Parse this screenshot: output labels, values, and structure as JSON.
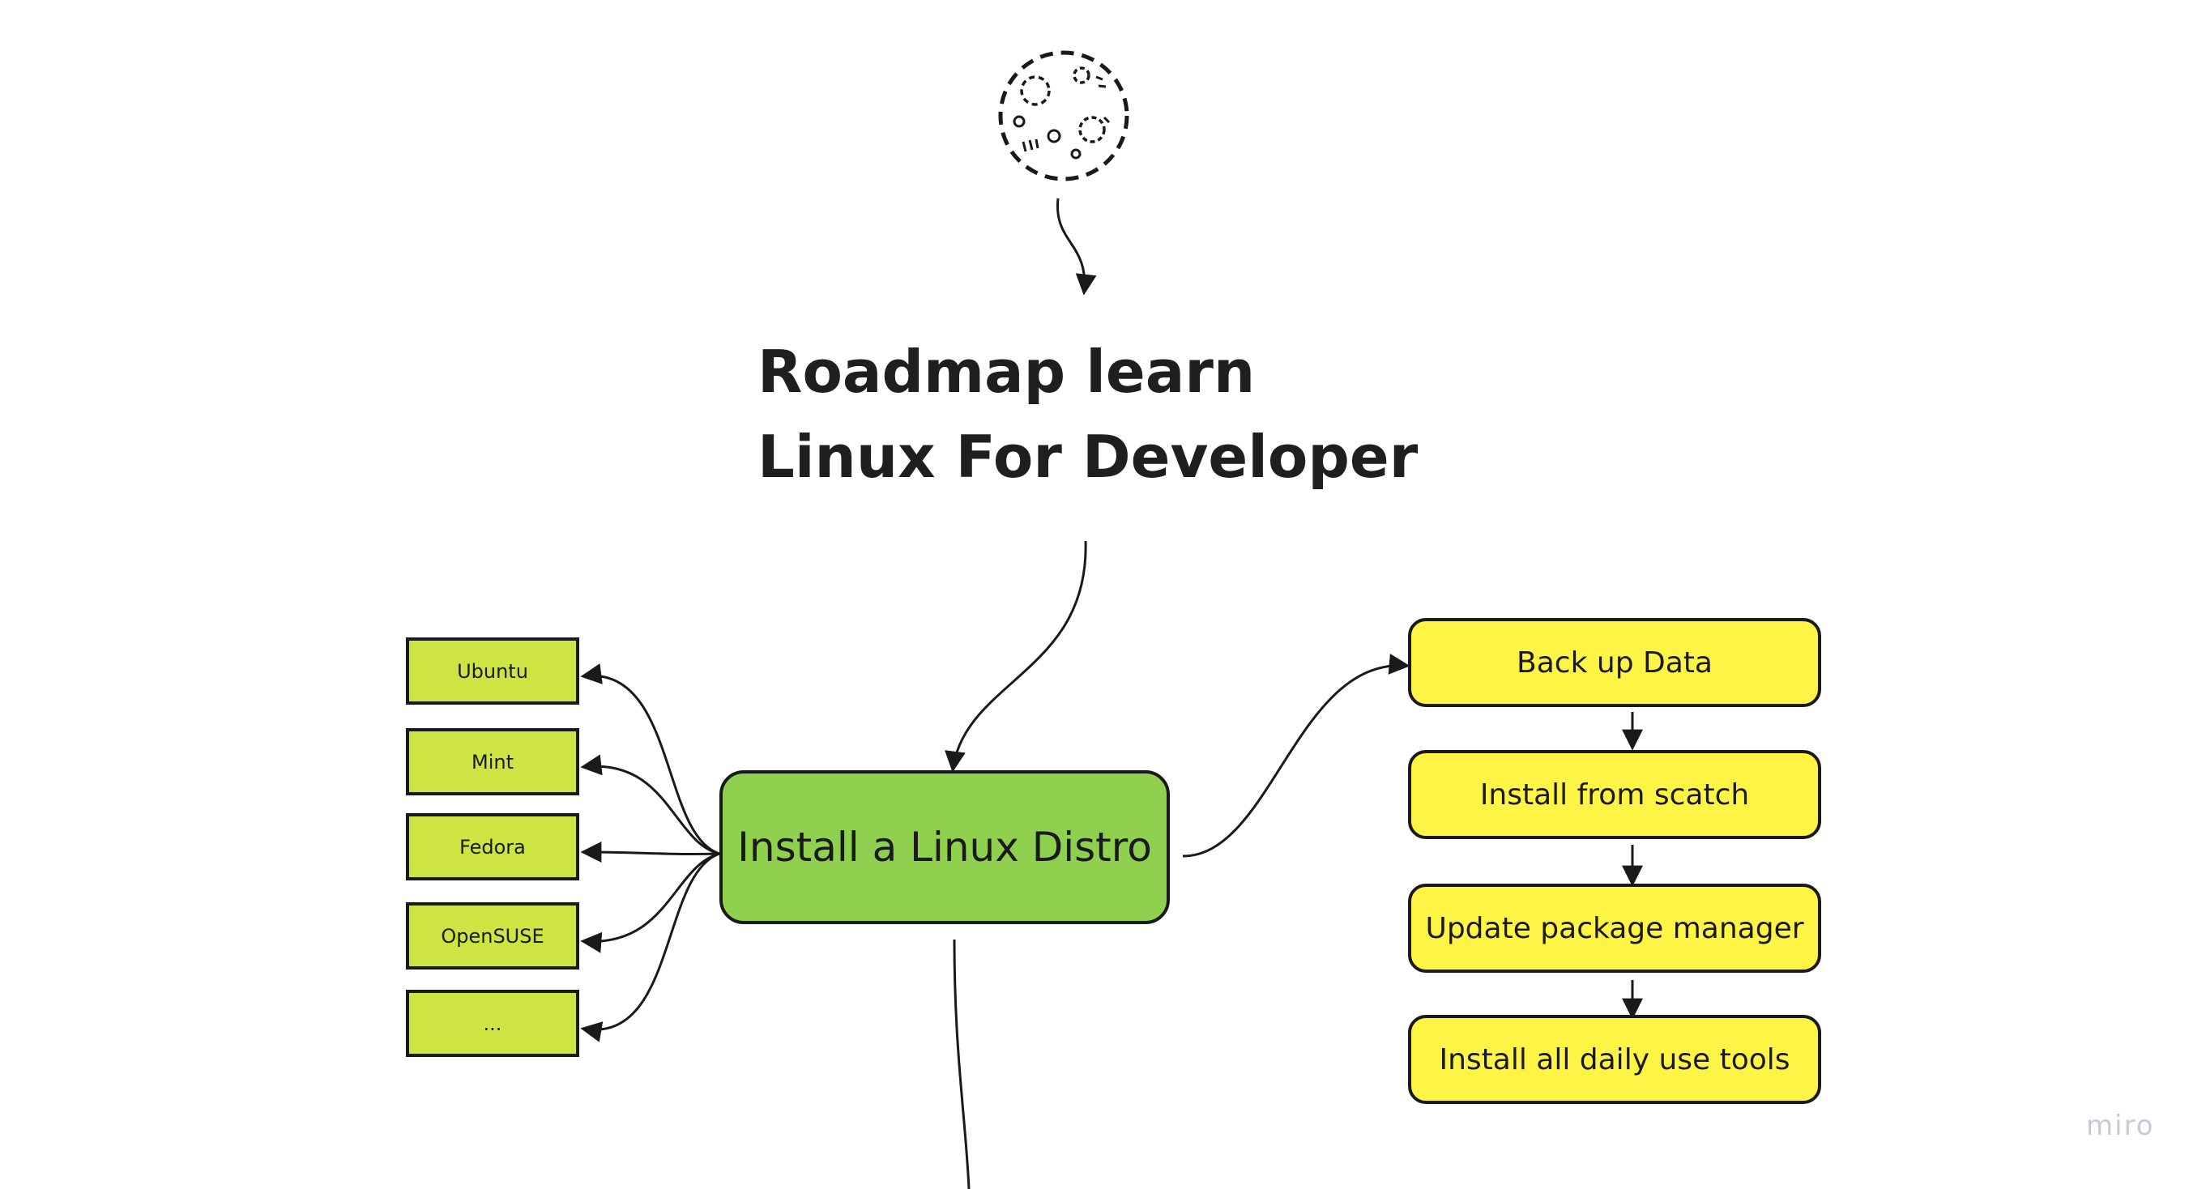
{
  "title": {
    "line1": "Roadmap learn",
    "line2": "Linux For Developer"
  },
  "decoration_icon": "hand-drawn-planet-icon",
  "main_node": {
    "label": "Install a Linux Distro",
    "color": "#8fd14f"
  },
  "distros": {
    "color": "#cde443",
    "items": [
      {
        "label": "Ubuntu"
      },
      {
        "label": "Mint"
      },
      {
        "label": "Fedora"
      },
      {
        "label": "OpenSUSE"
      },
      {
        "label": "..."
      }
    ]
  },
  "steps": {
    "color": "#fef445",
    "items": [
      {
        "label": "Back up Data"
      },
      {
        "label": "Install from scatch"
      },
      {
        "label": "Update package manager"
      },
      {
        "label": "Install all daily use tools"
      }
    ]
  },
  "watermark": "miro"
}
